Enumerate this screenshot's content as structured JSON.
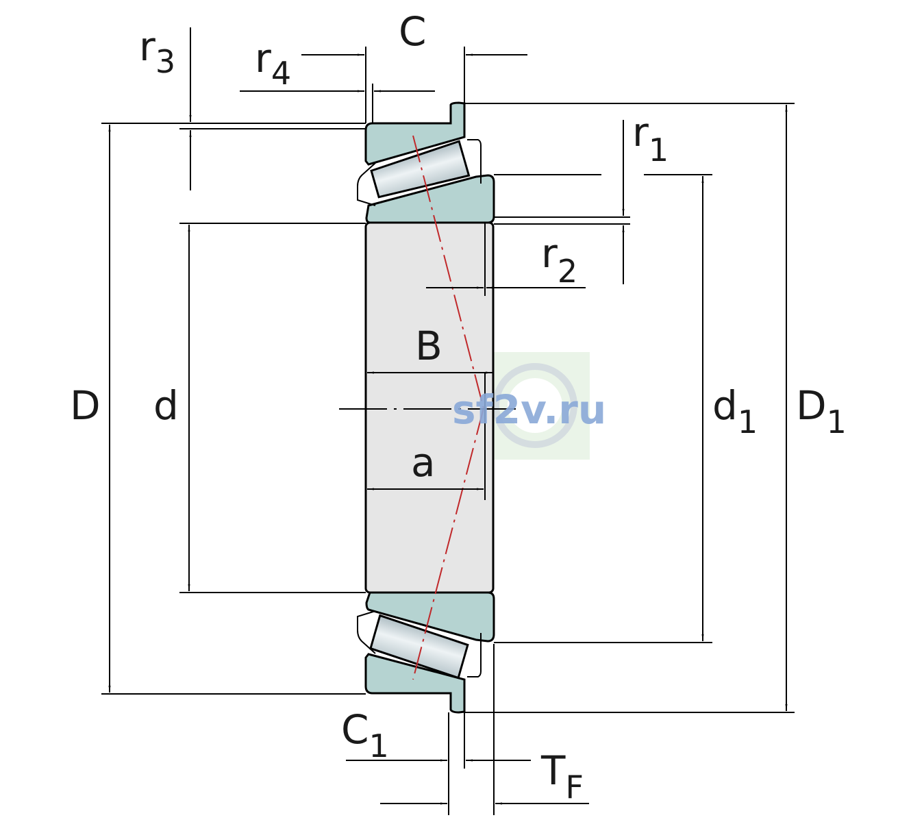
{
  "drawing": {
    "labels": {
      "C": "C",
      "r3_base": "r",
      "r3_sub": "3",
      "r4_base": "r",
      "r4_sub": "4",
      "r1_base": "r",
      "r1_sub": "1",
      "r2_base": "r",
      "r2_sub": "2",
      "B": "B",
      "a": "a",
      "D": "D",
      "d": "d",
      "d1_base": "d",
      "d1_sub": "1",
      "D1_base": "D",
      "D1_sub": "1",
      "C1_base": "C",
      "C1_sub": "1",
      "TF_base": "T",
      "TF_sub": "F"
    },
    "watermark": "sf2v.ru"
  },
  "colors": {
    "ring_fill": "#b5d3d1",
    "bore_fill": "#e6e6e6",
    "roller_fill": "#dde8ec",
    "axis_line": "#c0282a",
    "watermark_text": "#8aa9d8",
    "watermark_bg": "#eaf4e8"
  }
}
